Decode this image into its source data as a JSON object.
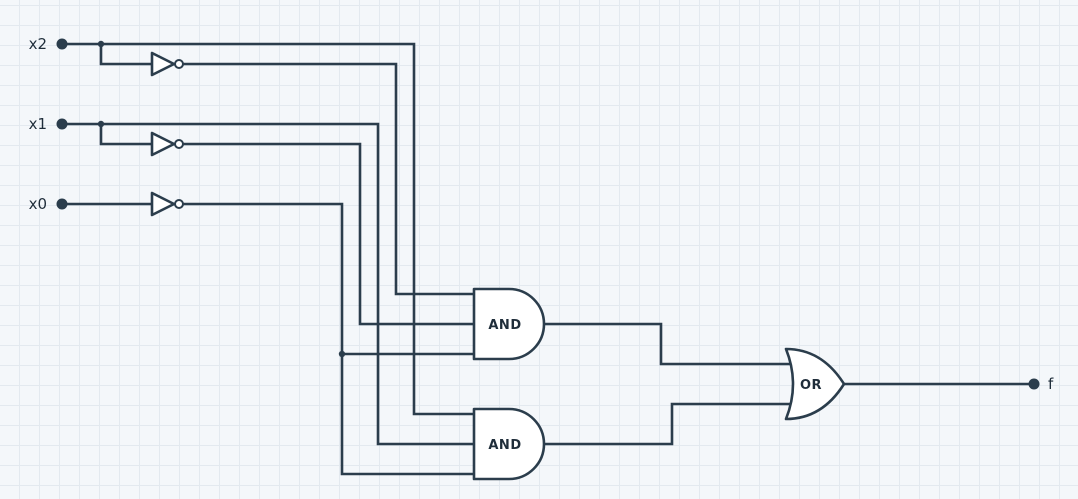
{
  "inputs": {
    "x2": "x2",
    "x1": "x1",
    "x0": "x0"
  },
  "output": {
    "f": "f"
  },
  "gates": {
    "and_top": "AND",
    "and_bottom": "AND",
    "or": "OR"
  },
  "colors": {
    "wire": "#2b3d4c",
    "grid": "#e3e9ef",
    "background": "#f4f7fa"
  }
}
